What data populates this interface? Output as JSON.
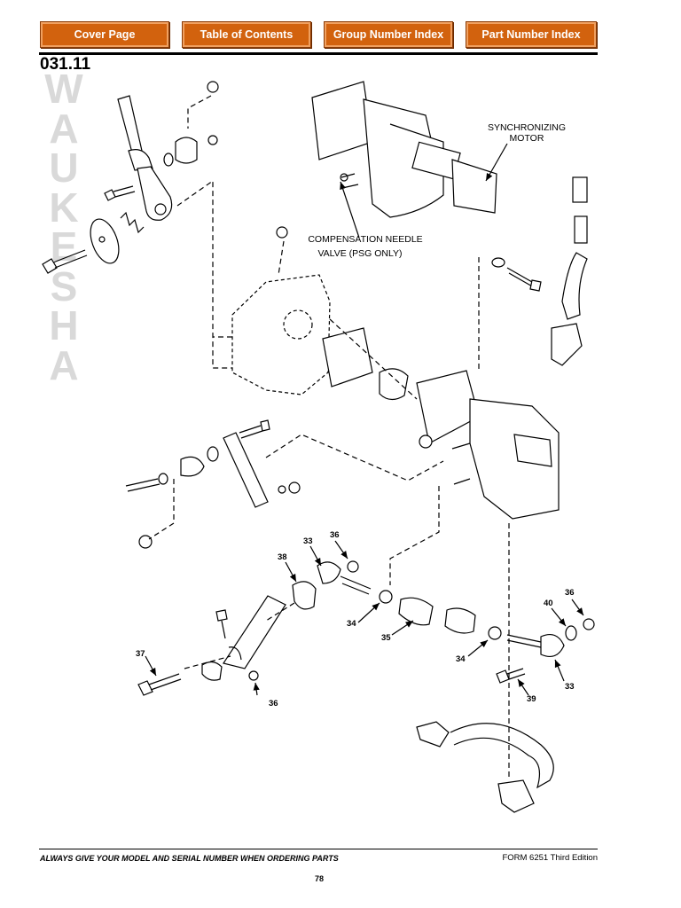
{
  "nav": {
    "cover_page": "Cover Page",
    "table_of_contents": "Table of Contents",
    "group_number_index": "Group Number Index",
    "part_number_index": "Part Number Index"
  },
  "page_id": "031.11",
  "watermark": [
    "W",
    "A",
    "U",
    "K",
    "E",
    "S",
    "H",
    "A"
  ],
  "labels": {
    "synchronizing_motor_1": "SYNCHRONIZING",
    "synchronizing_motor_2": "MOTOR",
    "compensation_valve_1": "COMPENSATION NEEDLE",
    "compensation_valve_2": "VALVE (PSG ONLY)"
  },
  "callouts": {
    "c33a": "33",
    "c36a": "36",
    "c38": "38",
    "c34a": "34",
    "c35": "35",
    "c37": "37",
    "c36b": "36",
    "c36c": "36",
    "c40": "40",
    "c34b": "34",
    "c33b": "33",
    "c39": "39"
  },
  "footer": {
    "notice": "ALWAYS GIVE YOUR MODEL AND SERIAL NUMBER WHEN ORDERING PARTS",
    "form": "FORM 6251 Third Edition",
    "page_number": "78"
  },
  "colors": {
    "nav_button": "#d2620e",
    "watermark": "#d9d9d9"
  }
}
